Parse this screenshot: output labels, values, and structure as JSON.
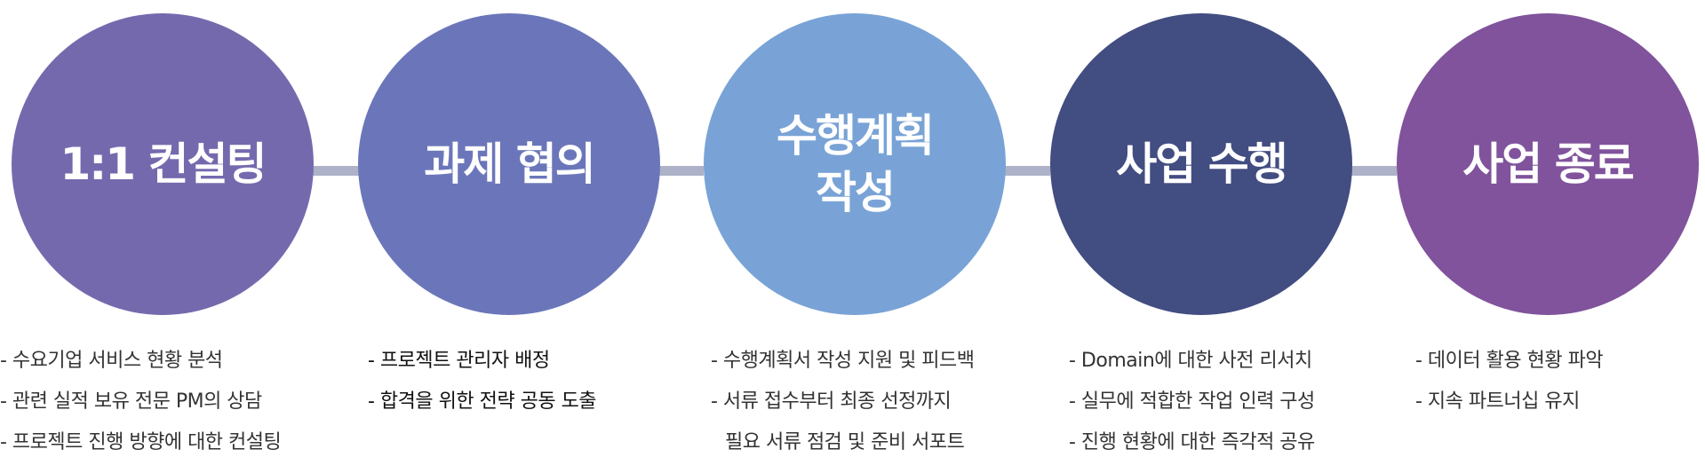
{
  "steps": [
    {
      "title_lines": [
        "1:1 컨설팅"
      ],
      "color": "#7569ae",
      "items": [
        "- 수요기업 서비스 현황 분석",
        "- 관련 실적 보유 전문 PM의 상담",
        "- 프로젝트 진행 방향에 대한 컨설팅"
      ]
    },
    {
      "title_lines": [
        "과제 협의"
      ],
      "color": "#6b76ba",
      "items": [
        "- 프로젝트 관리자 배정",
        "- 합격을 위한 전략 공동 도출"
      ]
    },
    {
      "title_lines": [
        "수행계획",
        "작성"
      ],
      "color": "#79a3d6",
      "items": [
        "- 수행계획서 작성 지원 및 피드백",
        "- 서류 접수부터 최종 선정까지",
        "필요 서류 점검 및 준비 서포트"
      ]
    },
    {
      "title_lines": [
        "사업 수행"
      ],
      "color": "#424d81",
      "items": [
        "- Domain에 대한 사전 리서치",
        "- 실무에 적합한 작업 인력 구성",
        "- 진행 현황에 대한 즉각적 공유"
      ]
    },
    {
      "title_lines": [
        "사업 종료"
      ],
      "color": "#80539c",
      "items": [
        "- 데이터 활용 현황 파악",
        "- 지속 파트너십 유지"
      ]
    }
  ],
  "connector_color": "#aeb2c8"
}
